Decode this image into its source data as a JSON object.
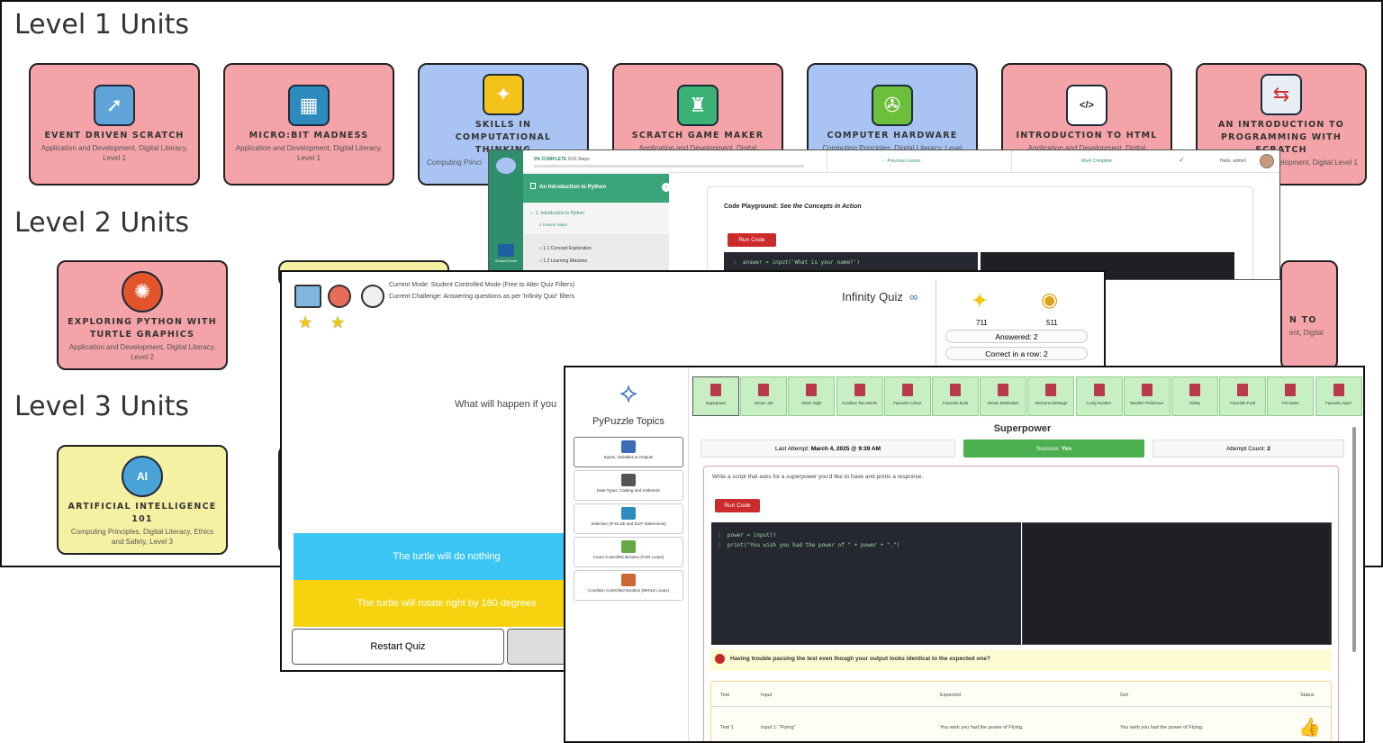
{
  "units": {
    "level1": "Level 1 Units",
    "level2": "Level 2 Units",
    "level3": "Level 3 Units",
    "cards1": [
      {
        "title": "EVENT DRIVEN SCRATCH",
        "sub": "Application and Development, Digital Literacy, Level 1",
        "color": "red",
        "icon": "cursor-monitor-icon"
      },
      {
        "title": "MICRO:BIT MADNESS",
        "sub": "Application and Development, Digital Literacy, Level 1",
        "color": "red",
        "icon": "microbit-icon"
      },
      {
        "title": "SKILLS IN COMPUTATIONAL THINKING",
        "sub": "Computing Princi",
        "color": "blue",
        "icon": "puzzle-head-icon"
      },
      {
        "title": "SCRATCH GAME MAKER",
        "sub": "Application and Development, Digital",
        "color": "red",
        "icon": "castle-game-icon"
      },
      {
        "title": "COMPUTER HARDWARE",
        "sub": "Computing Principles, Digital Literacy, Level",
        "color": "blue",
        "icon": "chip-fan-icon"
      },
      {
        "title": "INTRODUCTION TO HTML",
        "sub": "Application and Development, Digital",
        "color": "red",
        "icon": "html-icon"
      },
      {
        "title": "AN INTRODUCTION TO PROGRAMMING WITH SCRATCH",
        "sub": "velopment, Digital Level 1",
        "color": "red",
        "icon": "flowchart-icon"
      }
    ],
    "card2": {
      "title": "EXPLORING PYTHON WITH TURTLE GRAPHICS",
      "sub": "Application and Development, Digital Literacy, Level 2",
      "icon": "turtle-icon"
    },
    "card2_partial": {
      "title": "N TO",
      "sub": "ent, Digital"
    },
    "card3": {
      "title": "ARTIFICIAL INTELLIGENCE 101",
      "sub": "Computing Principles, Digital Literacy, Ethics and Safety, Level 3",
      "icon": "ai-atom-icon"
    }
  },
  "lesson": {
    "progress": "0% COMPLETE",
    "steps": "0/16 Steps",
    "progress_value": 0,
    "prev": "Previous Lesson",
    "mark": "Mark Complete",
    "hello": "Hello, admin!",
    "course": "An Introduction to Python",
    "item1": "1. Introduction to Python",
    "item1_sub": "2 Lesson Steps",
    "item2": "1.1 Concept Exploration",
    "item3": "1.2 Learning Missions",
    "dash": "Student Dash",
    "playground_label": "Code Playground:",
    "playground_em": "See the Concepts in Action",
    "run": "Run Code",
    "code_line": "answer = input('What is your name?')"
  },
  "quiz": {
    "mode": "Current Mode: Student Controlled Mode (Free to Alter Quiz Filters)",
    "challenge": "Current Challenge: Answering questions as per 'Infinity Quiz' filters",
    "title": "Infinity Quiz",
    "stat1": "711",
    "stat2": "511",
    "answered": "Answered: 2",
    "correct_row": "Correct in a row: 2",
    "question": "What will happen if you",
    "opt1": "The turtle will do nothing",
    "opt2": "The turtle will rotate right by 180 degrees",
    "restart": "Restart Quiz"
  },
  "puzzle": {
    "brand": "PyPuzzle Topics",
    "topics": [
      "Inputs, Variables & Outputs",
      "Data Types, Casting and Arithmetic",
      "Selection (IF-ELSE and ELIF Statements)",
      "Count Controlled Iteration (FOR Loops)",
      "Condition Controlled Iteration (WHILE Loops)"
    ],
    "tabs": [
      "Superpower",
      "Dream Job",
      "Movie Night",
      "Combine Two Words",
      "Favourite Colour",
      "Favourite Book",
      "Dream Destination",
      "Welcome Message",
      "Lucky Number",
      "Weather Preference",
      "Hobby",
      "Favourite Food",
      "Pet Name",
      "Favourite Sport"
    ],
    "heading": "Superpower",
    "last_attempt_label": "Last Attempt:",
    "last_attempt": "March 4, 2025 @ 9:39 AM",
    "success_label": "Success:",
    "success": "Yes",
    "count_label": "Attempt Count:",
    "count": "2",
    "task": "Write a script that asks for a superpower you'd like to have and prints a response.",
    "run": "Run Code",
    "code1": "power = input()",
    "code2": "print(\"You wish you had the power of \" + power + \".\")",
    "help": "Having trouble passing the test even though your output looks identical to the expected one?",
    "cols": [
      "Test",
      "Input",
      "Expected",
      "Got",
      "Status"
    ],
    "row": [
      "Test 1",
      "Input 1: \"Flying\"",
      "You wish you had the power of Flying.",
      "You wish you had the power of Flying."
    ]
  }
}
